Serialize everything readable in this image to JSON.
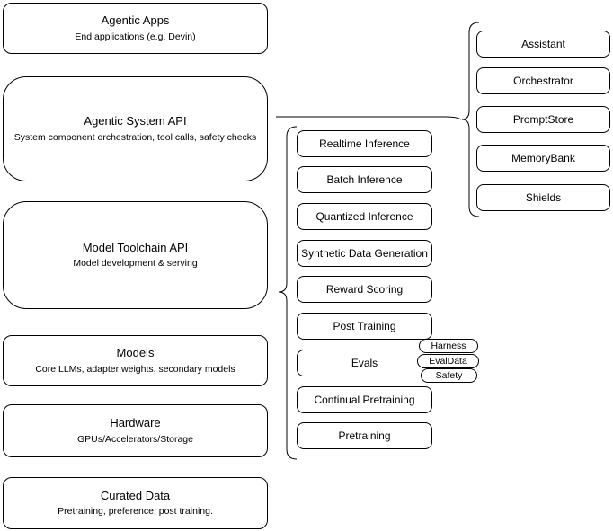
{
  "diagram": {
    "stack": [
      {
        "title": "Agentic Apps",
        "subtitle": "End applications (e.g. Devin)"
      },
      {
        "title": "Agentic System API",
        "subtitle": "System component orchestration, tool calls, safety checks"
      },
      {
        "title": "Model Toolchain API",
        "subtitle": "Model development & serving"
      },
      {
        "title": "Models",
        "subtitle": "Core LLMs, adapter weights, secondary models"
      },
      {
        "title": "Hardware",
        "subtitle": "GPUs/Accelerators/Storage"
      },
      {
        "title": "Curated Data",
        "subtitle": "Pretraining, preference, post training."
      }
    ],
    "toolchain_items": [
      "Realtime Inference",
      "Batch Inference",
      "Quantized Inference",
      "Synthetic Data Generation",
      "Reward Scoring",
      "Post Training",
      "Evals",
      "Continual Pretraining",
      "Pretraining"
    ],
    "eval_tags": [
      "Harness",
      "EvalData",
      "Safety"
    ],
    "system_components": [
      "Assistant",
      "Orchestrator",
      "PromptStore",
      "MemoryBank",
      "Shields"
    ],
    "colors": {
      "stroke": "#000000",
      "background": "#ffffff",
      "text": "#000000"
    }
  }
}
